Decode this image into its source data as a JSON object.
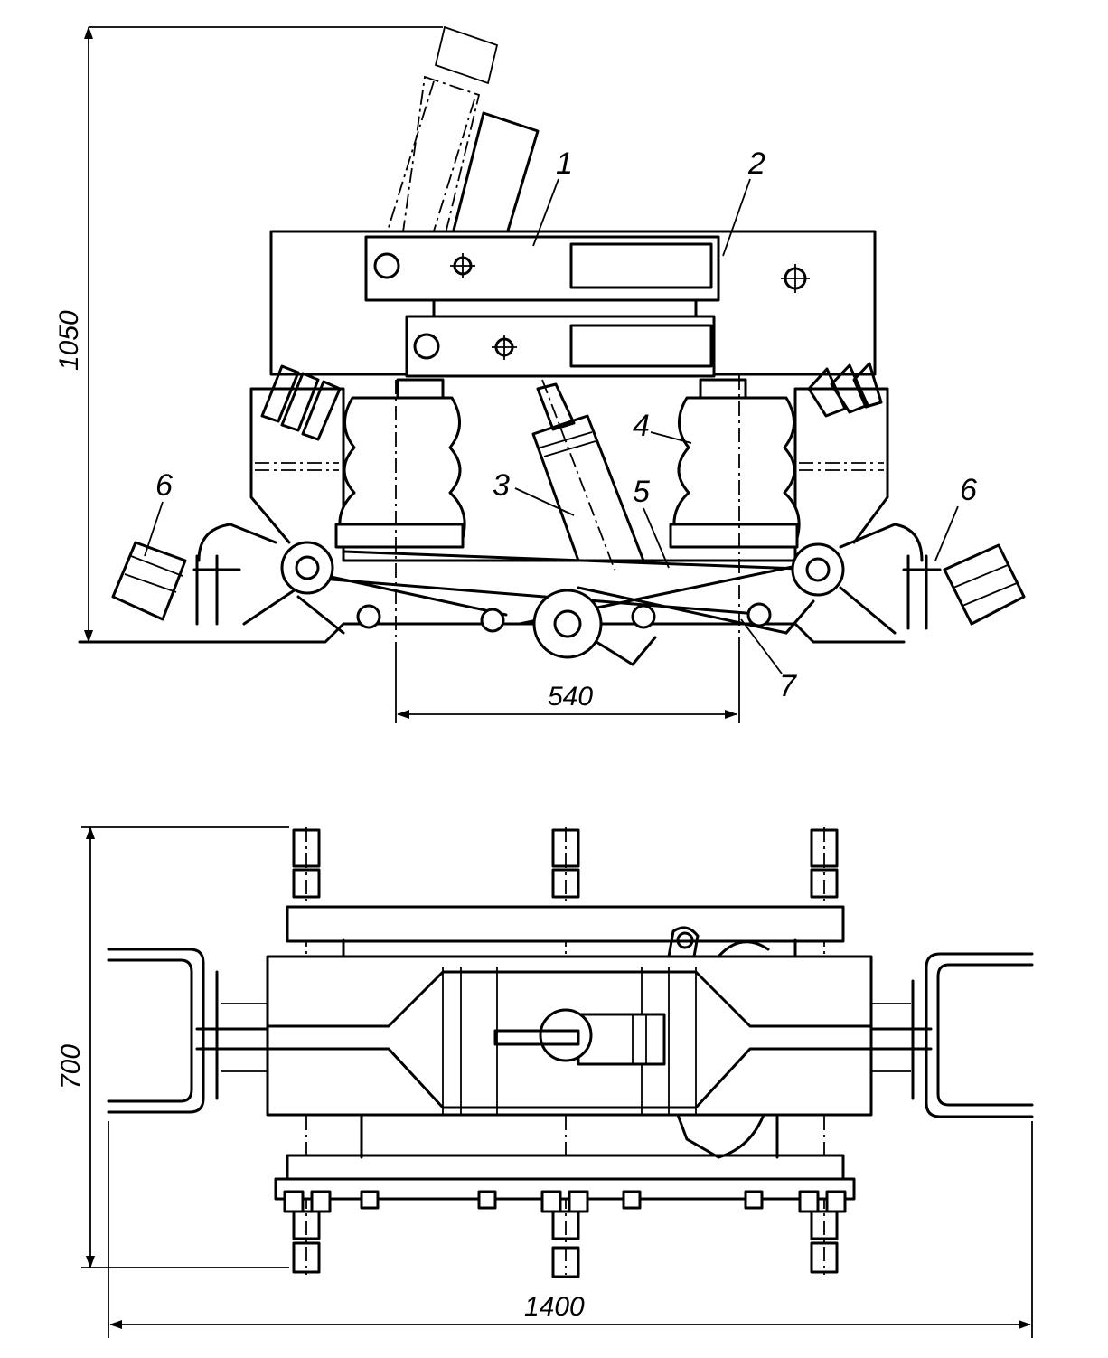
{
  "diagram": {
    "dimensions": {
      "height_top": "1050",
      "pitch": "540",
      "depth": "700",
      "width": "1400"
    },
    "callouts": [
      "1",
      "2",
      "3",
      "4",
      "5",
      "6",
      "6",
      "7"
    ],
    "line_color": "#000000",
    "background": "#ffffff"
  }
}
